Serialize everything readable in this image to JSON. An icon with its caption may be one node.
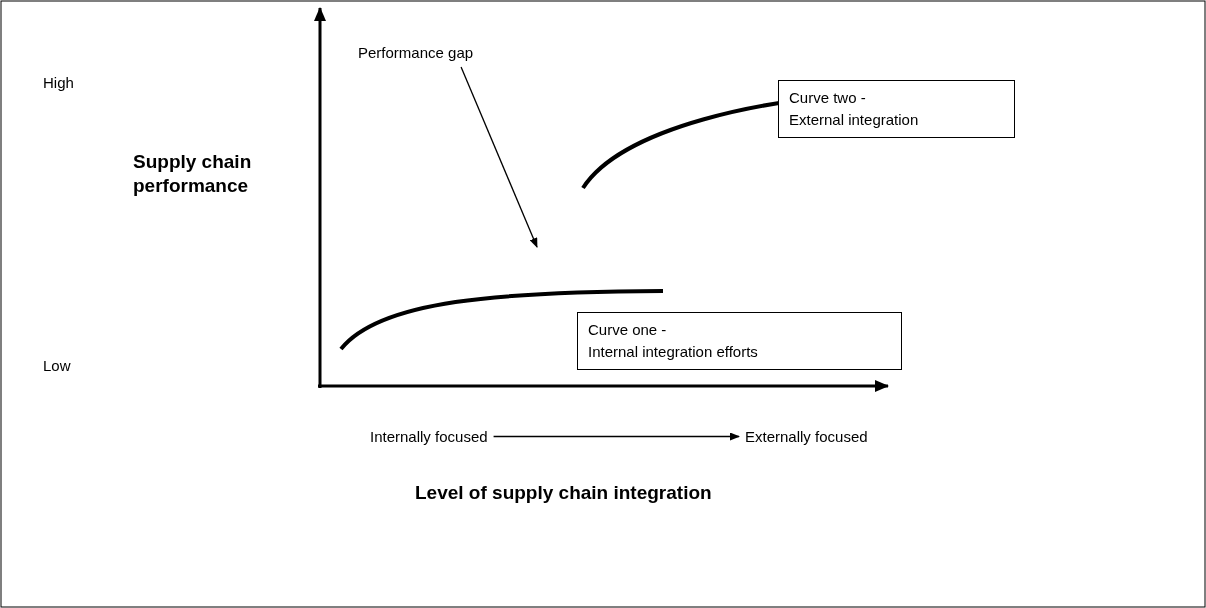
{
  "diagram": {
    "nodes": [
      {
        "text": [
          "Performance gap"
        ]
      },
      {
        "text": [
          "Curve two -",
          "External integration"
        ]
      },
      {
        "text": [
          "Curve one -",
          "Internal integration efforts"
        ]
      },
      {
        "text": [
          "Internally focused"
        ]
      },
      {
        "text": [
          "Externally focused"
        ]
      }
    ],
    "edges": [
      {
        "from": 0,
        "to": null,
        "arrow": "to"
      },
      {
        "from": 3,
        "to": 4,
        "arrow": "to"
      }
    ],
    "labels": [
      "High",
      "Supply chain performance",
      "Low",
      "Level of supply chain integration"
    ]
  }
}
